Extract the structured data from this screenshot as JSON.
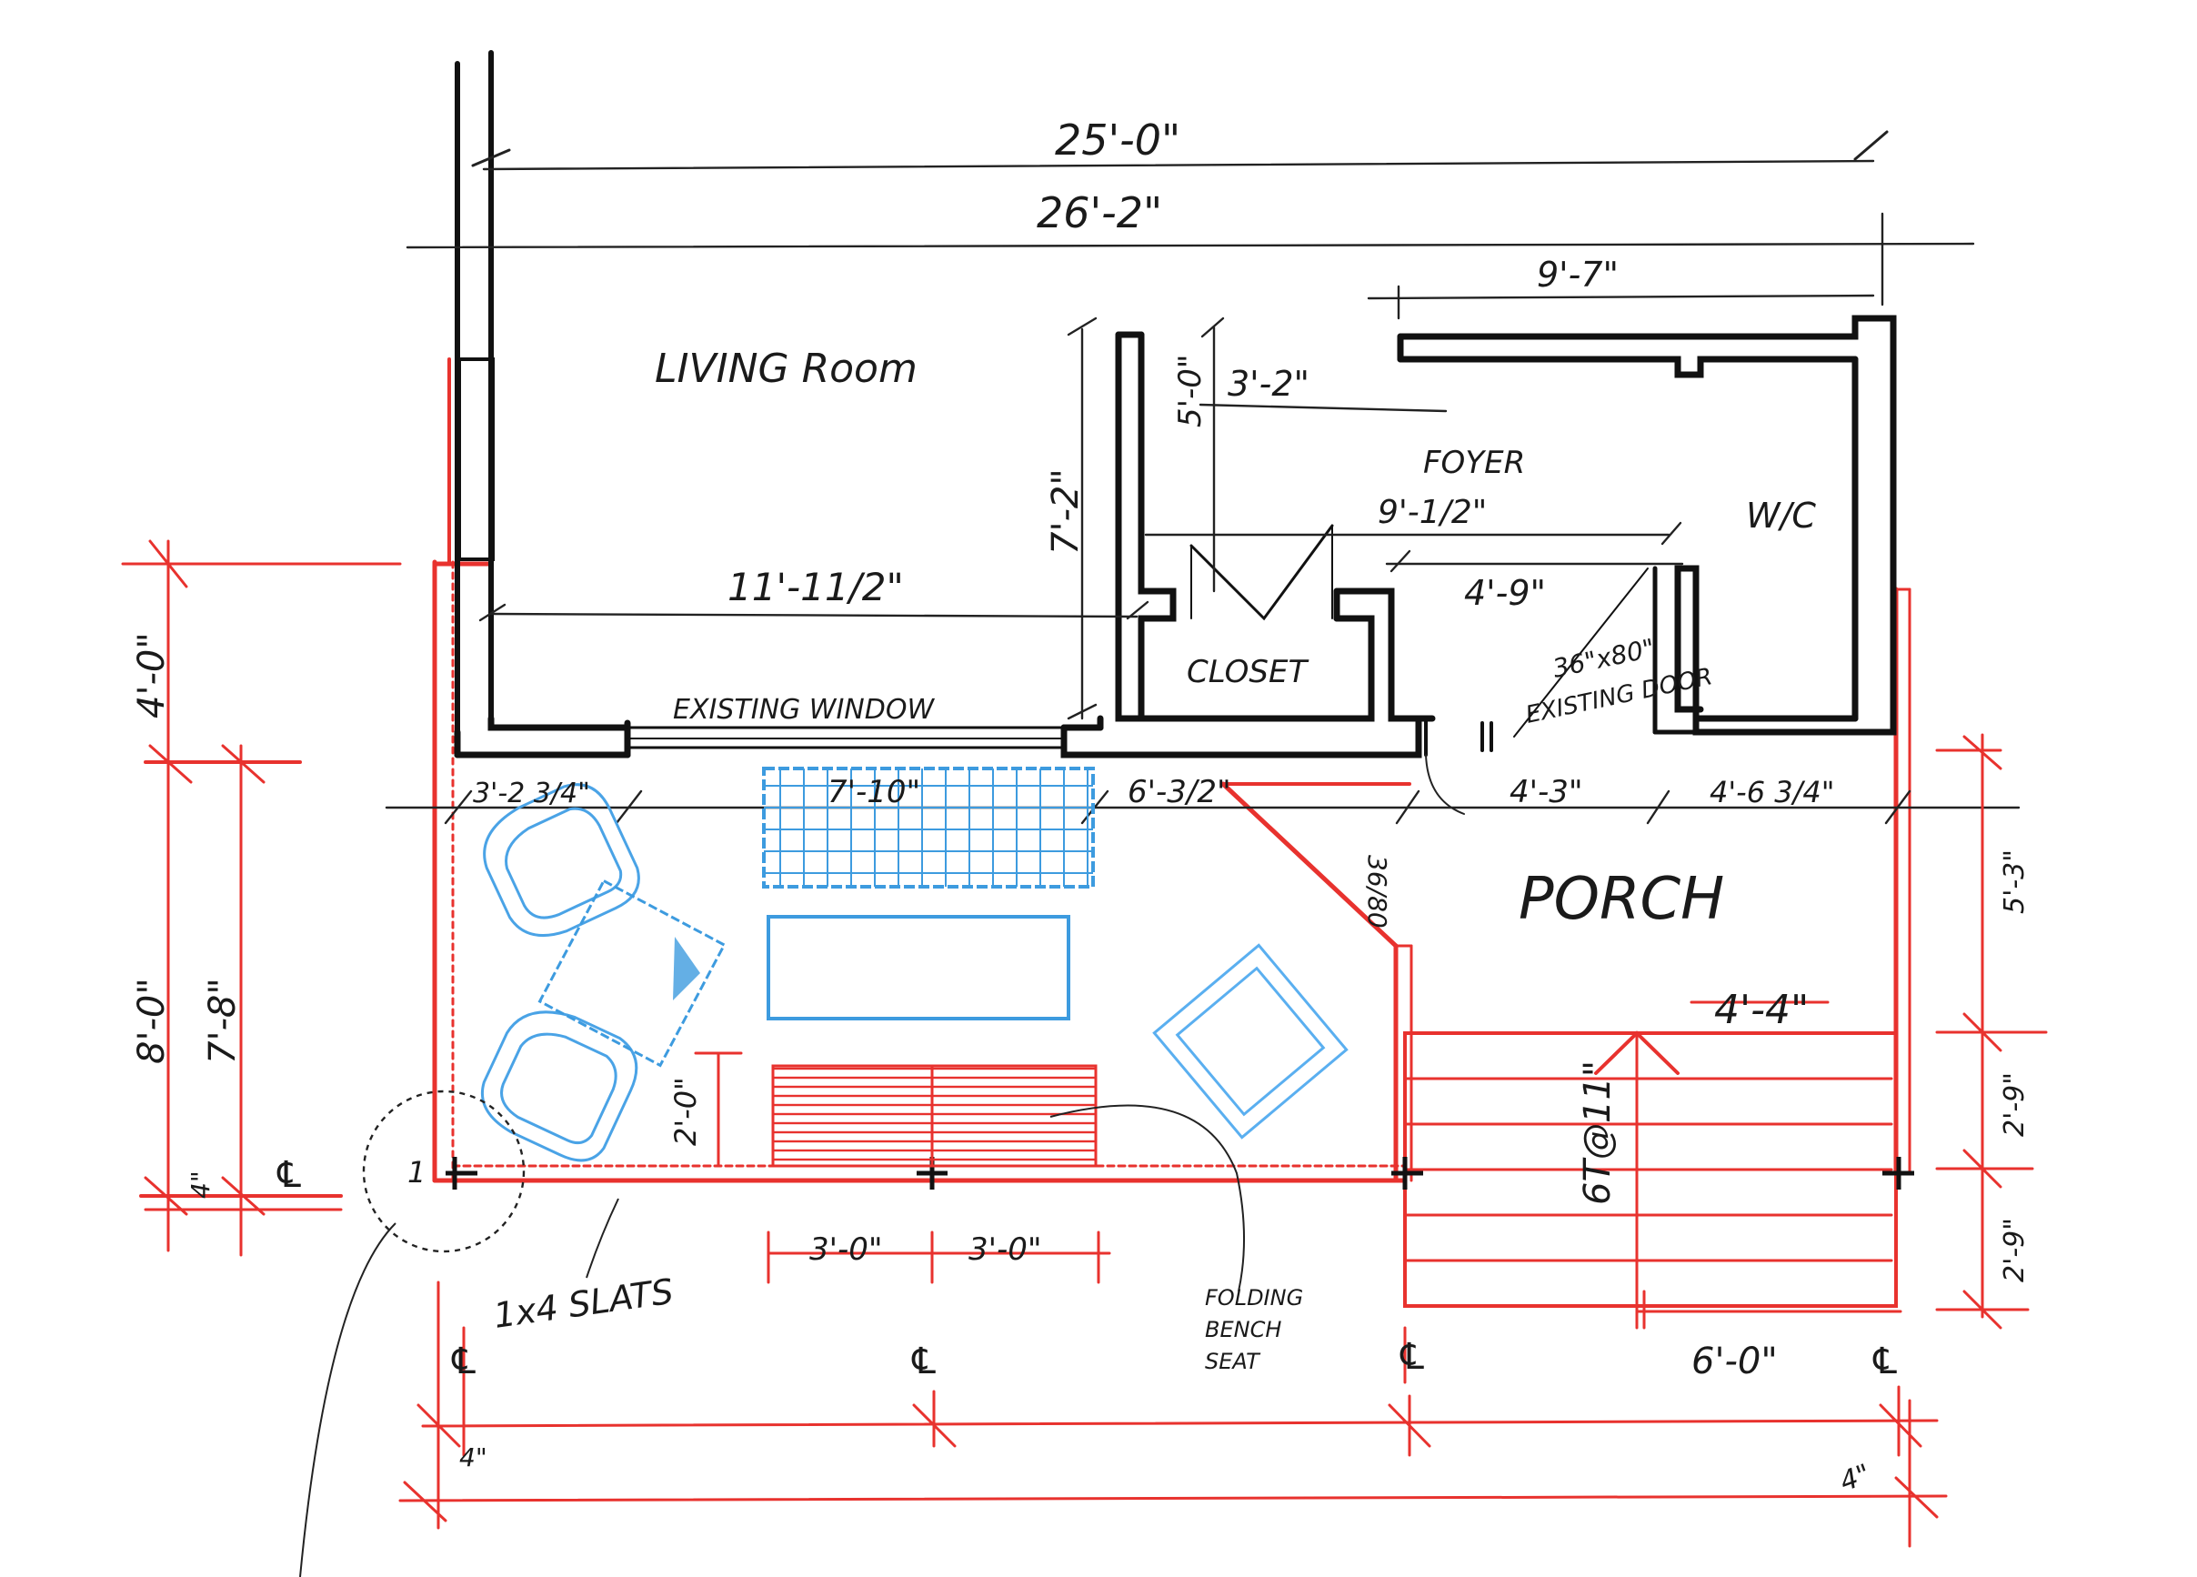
{
  "rooms": {
    "living": "LIVING Room",
    "closet": "CLOSET",
    "foyer": "FOYER",
    "wc": "W/C",
    "porch": "PORCH"
  },
  "existing": {
    "window": "EXISTING WINDOW",
    "door_size": "36\"x80\"",
    "door": "EXISTING DOOR",
    "porch_door": "36/80"
  },
  "dims_top": {
    "overall_a": "25'-0\"",
    "overall_b": "26'-2\"",
    "wc_width": "9'-7\"",
    "closet_depth": "3'-2\"",
    "closet_height": "5'-0\"",
    "living_depth": "7'-2\"",
    "living_width": "11'-11/2\"",
    "foyer_width": "9'-1/2\"",
    "foyer_door": "4'-9\""
  },
  "dims_wall": {
    "seg1": "3'-2 3/4\"",
    "seg2": "7'-10\"",
    "seg3": "6'-3/2\"",
    "seg4": "4'-3\"",
    "seg5": "4'-6 3/4\""
  },
  "dims_left": {
    "a": "4'-0\"",
    "b": "8'-0\"",
    "c": "7'-8\"",
    "d": "4\"",
    "cl": "℄"
  },
  "dims_right": {
    "a": "5'-3\"",
    "b": "2'-9\"",
    "c": "2'-9\""
  },
  "stairs": {
    "riser_note": "6T@11\"",
    "width": "4'-4\"",
    "bottom": "6'-0\""
  },
  "bench": {
    "height": "2'-0\"",
    "w1": "3'-0\"",
    "w2": "3'-0\""
  },
  "notes": {
    "slats": "1x4 SLATS",
    "folding": [
      "FOLDING",
      "BENCH",
      "SEAT"
    ]
  },
  "detail_tag": "1",
  "centerline": "℄",
  "dims_bottom": {
    "left": "4\"",
    "right": "4\""
  }
}
